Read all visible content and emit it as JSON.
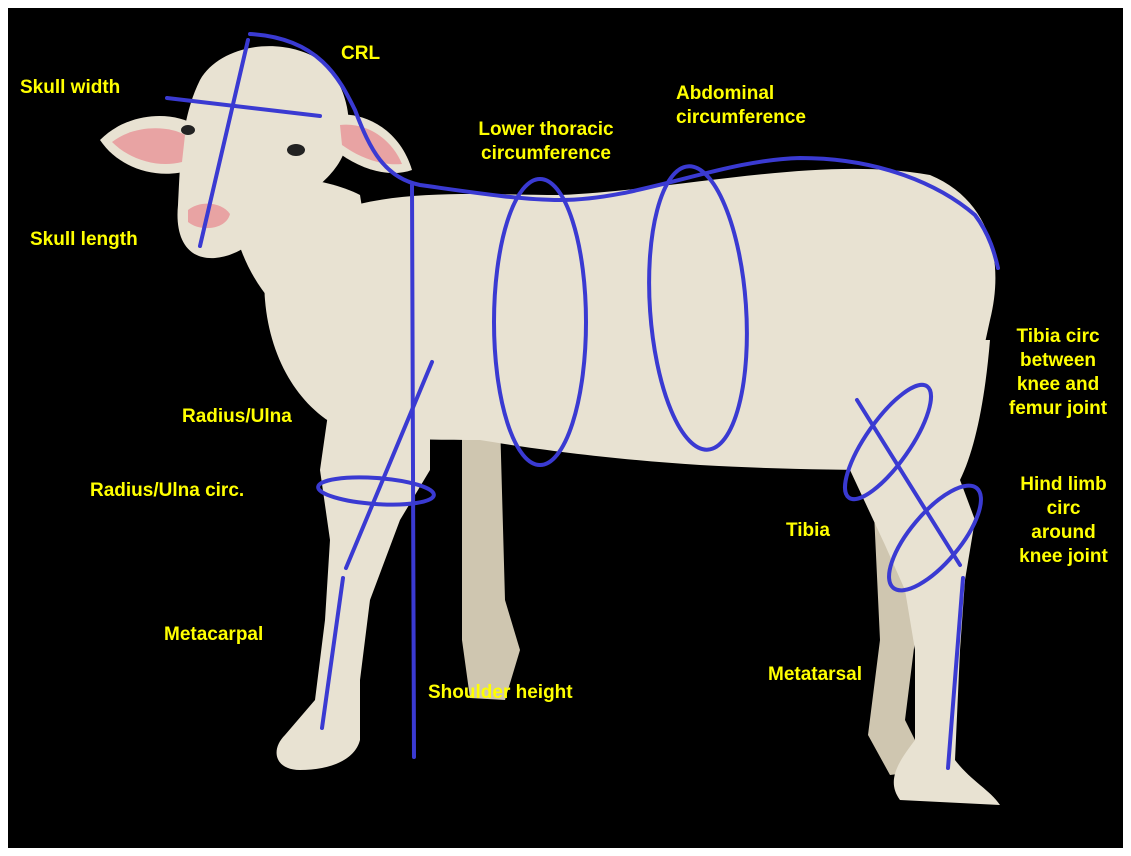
{
  "colors": {
    "background": "#000000",
    "frame": "#ffffff",
    "label_text": "#ffff00",
    "measurement_line": "#3a3ad2",
    "wool": "#e8e2d2",
    "wool_shade": "#cfc6b0",
    "skin_pink": "#e8a3a3"
  },
  "subject": "lamb",
  "labels": {
    "crl": "CRL",
    "skull_width": "Skull width",
    "skull_length": "Skull length",
    "lower_thoracic_1": "Lower thoracic",
    "lower_thoracic_2": "circumference",
    "abdominal_1": "Abdominal",
    "abdominal_2": "circumference",
    "tibia_circ_1": "Tibia circ",
    "tibia_circ_2": "between",
    "tibia_circ_3": "knee and",
    "tibia_circ_4": "femur joint",
    "radius_ulna": "Radius/Ulna",
    "radius_ulna_circ": "Radius/Ulna circ.",
    "tibia": "Tibia",
    "hind_limb_1": "Hind limb",
    "hind_limb_2": "circ",
    "hind_limb_3": "around",
    "hind_limb_4": "knee joint",
    "metacarpal": "Metacarpal",
    "shoulder_height": "Shoulder height",
    "metatarsal": "Metatarsal"
  }
}
